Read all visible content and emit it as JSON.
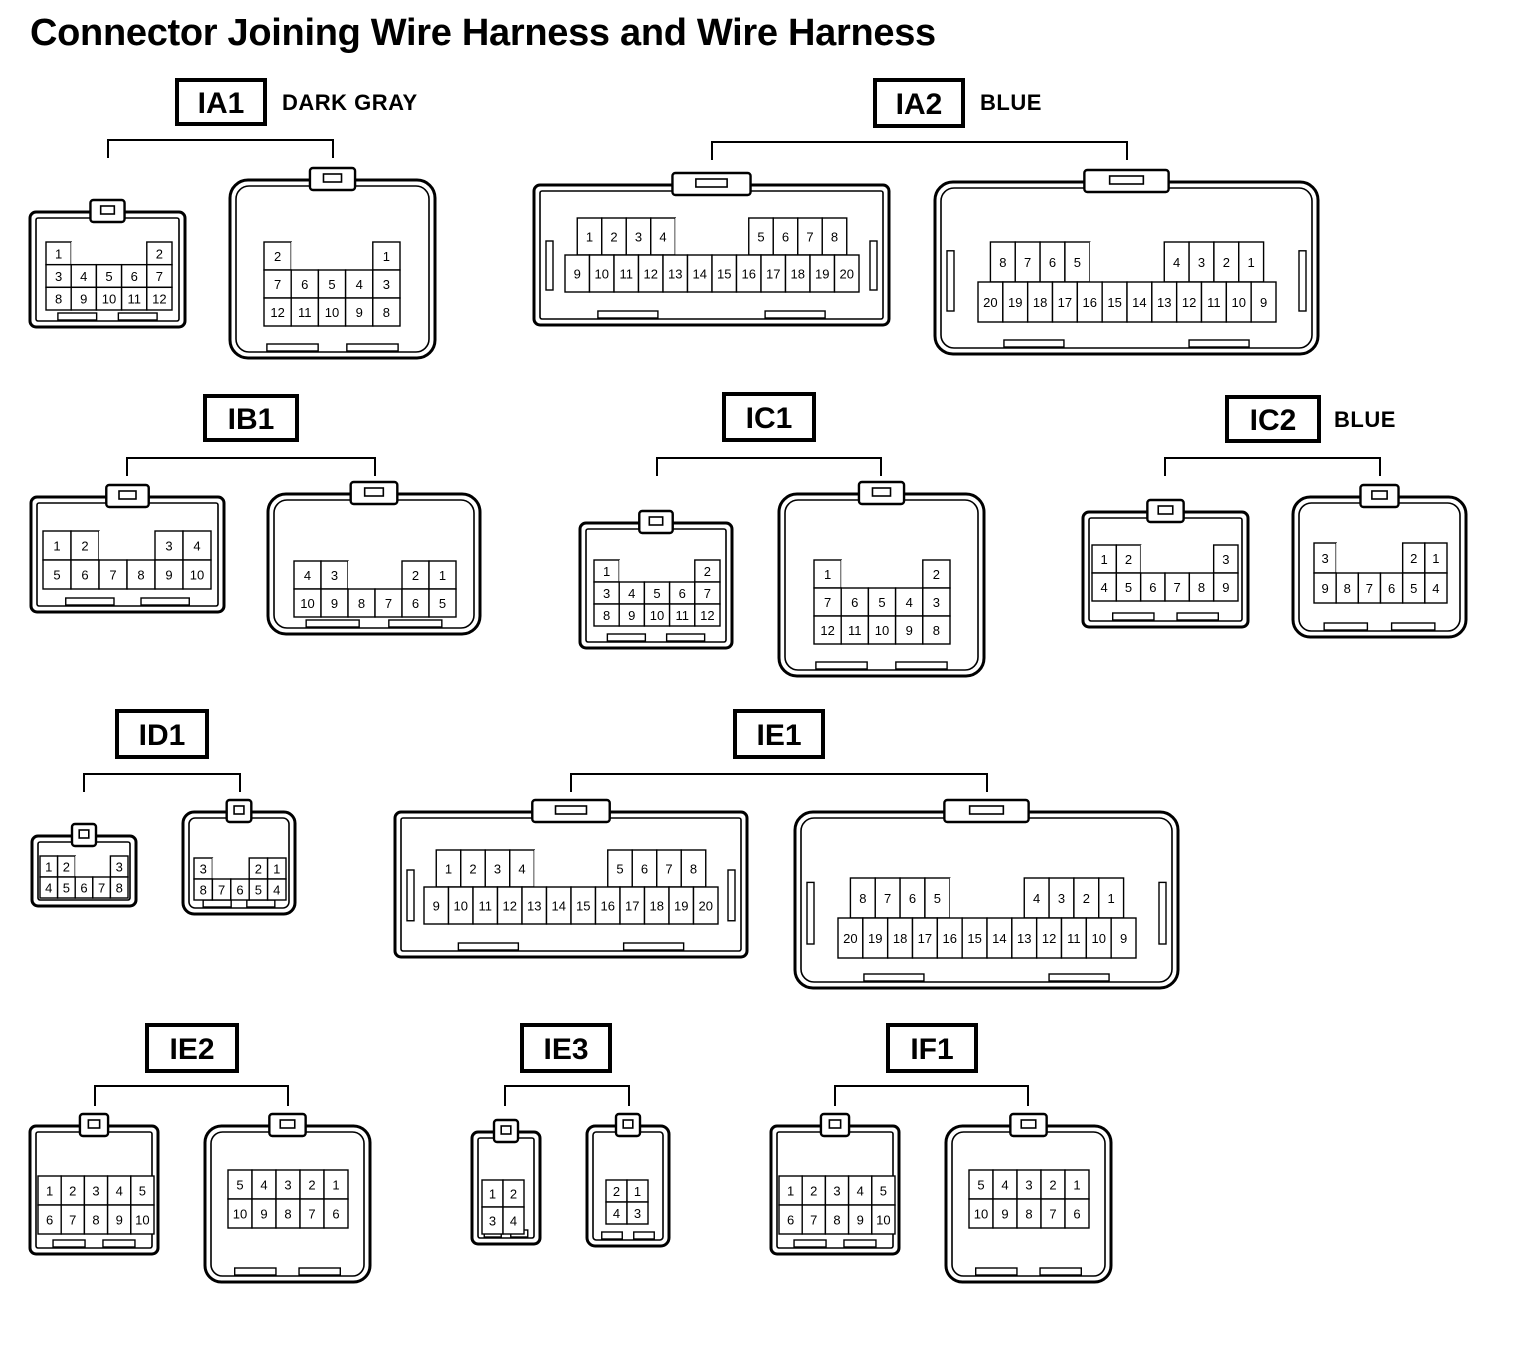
{
  "title": "Connector Joining Wire Harness and Wire Harness",
  "connectors": [
    {
      "code": "IA1",
      "color": "DARK GRAY",
      "views": [
        {
          "rows": [
            [
              "1",
              "",
              "",
              "",
              "2"
            ],
            [
              "3",
              "4",
              "5",
              "6",
              "7"
            ],
            [
              "8",
              "9",
              "10",
              "11",
              "12"
            ]
          ]
        },
        {
          "rows": [
            [
              "2",
              "",
              "",
              "",
              "1"
            ],
            [
              "7",
              "6",
              "5",
              "4",
              "3"
            ],
            [
              "12",
              "11",
              "10",
              "9",
              "8"
            ]
          ]
        }
      ]
    },
    {
      "code": "IA2",
      "color": "BLUE",
      "views": [
        {
          "rows": [
            [
              "1",
              "2",
              "3",
              "4",
              "",
              "",
              "",
              "5",
              "6",
              "7",
              "8"
            ],
            [
              "9",
              "10",
              "11",
              "12",
              "13",
              "14",
              "15",
              "16",
              "17",
              "18",
              "19",
              "20"
            ]
          ]
        },
        {
          "rows": [
            [
              "8",
              "7",
              "6",
              "5",
              "",
              "",
              "",
              "4",
              "3",
              "2",
              "1"
            ],
            [
              "20",
              "19",
              "18",
              "17",
              "16",
              "15",
              "14",
              "13",
              "12",
              "11",
              "10",
              "9"
            ]
          ]
        }
      ]
    },
    {
      "code": "IB1",
      "color": "",
      "views": [
        {
          "rows": [
            [
              "1",
              "2",
              "",
              "",
              "3",
              "4"
            ],
            [
              "5",
              "6",
              "7",
              "8",
              "9",
              "10"
            ]
          ]
        },
        {
          "rows": [
            [
              "4",
              "3",
              "",
              "",
              "2",
              "1"
            ],
            [
              "10",
              "9",
              "8",
              "7",
              "6",
              "5"
            ]
          ]
        }
      ]
    },
    {
      "code": "IC1",
      "color": "",
      "views": [
        {
          "rows": [
            [
              "1",
              "",
              "",
              "",
              "2"
            ],
            [
              "3",
              "4",
              "5",
              "6",
              "7"
            ],
            [
              "8",
              "9",
              "10",
              "11",
              "12"
            ]
          ]
        },
        {
          "rows": [
            [
              "1",
              "",
              "",
              "",
              "2"
            ],
            [
              "7",
              "6",
              "5",
              "4",
              "3"
            ],
            [
              "12",
              "11",
              "10",
              "9",
              "8"
            ]
          ]
        }
      ]
    },
    {
      "code": "IC2",
      "color": "BLUE",
      "views": [
        {
          "rows": [
            [
              "1",
              "2",
              "",
              "",
              "",
              "3"
            ],
            [
              "4",
              "5",
              "6",
              "7",
              "8",
              "9"
            ]
          ]
        },
        {
          "rows": [
            [
              "3",
              "",
              "",
              "",
              "2",
              "1"
            ],
            [
              "9",
              "8",
              "7",
              "6",
              "5",
              "4"
            ]
          ]
        }
      ]
    },
    {
      "code": "ID1",
      "color": "",
      "views": [
        {
          "rows": [
            [
              "1",
              "2",
              "",
              "",
              "3"
            ],
            [
              "4",
              "5",
              "6",
              "7",
              "8"
            ]
          ]
        },
        {
          "rows": [
            [
              "3",
              "",
              "",
              "2",
              "1"
            ],
            [
              "8",
              "7",
              "6",
              "5",
              "4"
            ]
          ]
        }
      ]
    },
    {
      "code": "IE1",
      "color": "",
      "views": [
        {
          "rows": [
            [
              "1",
              "2",
              "3",
              "4",
              "",
              "",
              "",
              "5",
              "6",
              "7",
              "8"
            ],
            [
              "9",
              "10",
              "11",
              "12",
              "13",
              "14",
              "15",
              "16",
              "17",
              "18",
              "19",
              "20"
            ]
          ]
        },
        {
          "rows": [
            [
              "8",
              "7",
              "6",
              "5",
              "",
              "",
              "",
              "4",
              "3",
              "2",
              "1"
            ],
            [
              "20",
              "19",
              "18",
              "17",
              "16",
              "15",
              "14",
              "13",
              "12",
              "11",
              "10",
              "9"
            ]
          ]
        }
      ]
    },
    {
      "code": "IE2",
      "color": "",
      "views": [
        {
          "rows": [
            [
              "1",
              "2",
              "3",
              "4",
              "5"
            ],
            [
              "6",
              "7",
              "8",
              "9",
              "10"
            ]
          ]
        },
        {
          "rows": [
            [
              "5",
              "4",
              "3",
              "2",
              "1"
            ],
            [
              "10",
              "9",
              "8",
              "7",
              "6"
            ]
          ]
        }
      ]
    },
    {
      "code": "IE3",
      "color": "",
      "views": [
        {
          "rows": [
            [
              "1",
              "2"
            ],
            [
              "3",
              "4"
            ]
          ]
        },
        {
          "rows": [
            [
              "2",
              "1"
            ],
            [
              "4",
              "3"
            ]
          ]
        }
      ]
    },
    {
      "code": "IF1",
      "color": "",
      "views": [
        {
          "rows": [
            [
              "1",
              "2",
              "3",
              "4",
              "5"
            ],
            [
              "6",
              "7",
              "8",
              "9",
              "10"
            ]
          ]
        },
        {
          "rows": [
            [
              "5",
              "4",
              "3",
              "2",
              "1"
            ],
            [
              "10",
              "9",
              "8",
              "7",
              "6"
            ]
          ]
        }
      ]
    }
  ]
}
